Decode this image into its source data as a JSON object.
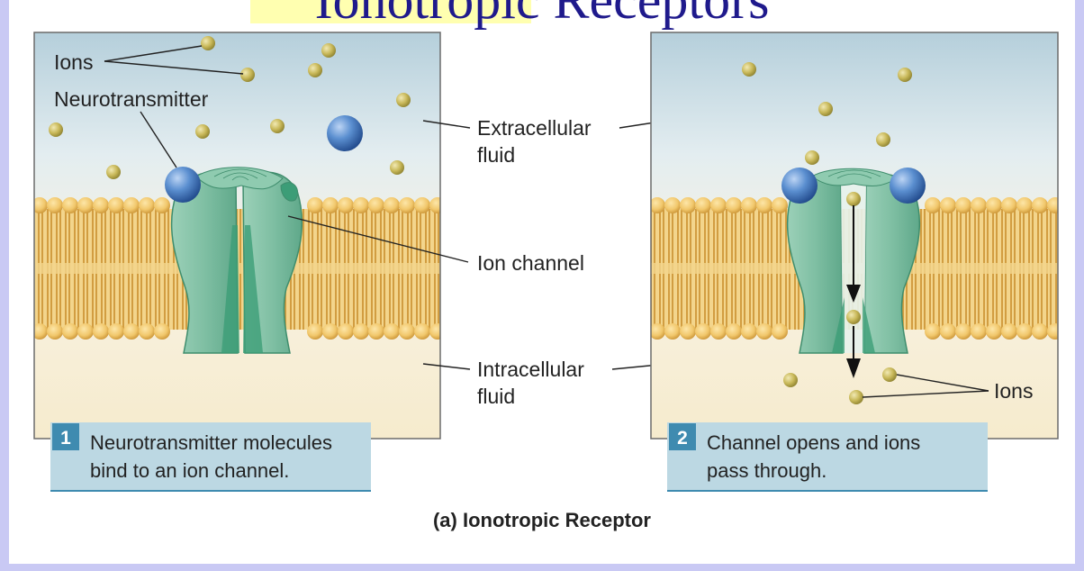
{
  "slide": {
    "title": "Ionotropic Receptors",
    "colors": {
      "slide_background": "#c9c9f4",
      "title_text": "#1f1a8c",
      "title_highlight": "#ffffb0"
    }
  },
  "figure": {
    "caption": "(a) Ionotropic Receptor",
    "labels": {
      "ions_top": "Ions",
      "neurotransmitter": "Neurotransmitter",
      "extracellular_line1": "Extracellular",
      "extracellular_line2": "fluid",
      "ion_channel": "Ion channel",
      "intracellular_line1": "Intracellular",
      "intracellular_line2": "fluid",
      "ions_bottom": "Ions"
    },
    "steps": [
      {
        "number": "1",
        "line1": "Neurotransmitter molecules",
        "line2": "bind to an ion channel."
      },
      {
        "number": "2",
        "line1": "Channel opens and ions",
        "line2": "pass through."
      }
    ],
    "colors": {
      "extracellular_top": "#b9d3de",
      "intracellular": "#f6ebcd",
      "lipid_head": "#f1c76b",
      "lipid_tail": "#d9a23f",
      "channel": "#7fbfa3",
      "ion": "#c9b95a",
      "neurotransmitter": "#3e6fb6",
      "step_box": "#bcd8e3",
      "step_number_box": "#3f8bb0"
    }
  }
}
